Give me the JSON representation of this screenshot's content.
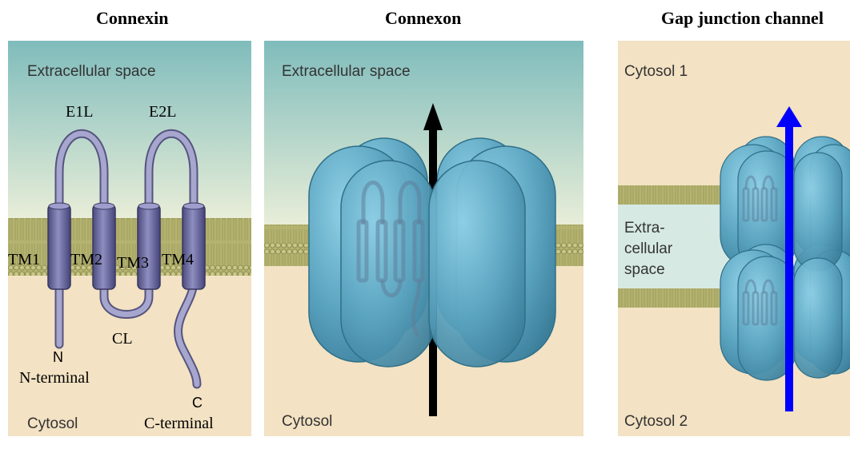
{
  "headings": {
    "connexin": "Connexin",
    "connexon": "Connexon",
    "gap_junction": "Gap junction channel"
  },
  "connexin_panel": {
    "extracellular": "Extracellular space",
    "cytosol": "Cytosol",
    "loops": {
      "e1l": "E1L",
      "e2l": "E2L",
      "cl": "CL"
    },
    "helices": [
      "TM1",
      "TM2",
      "TM3",
      "TM4"
    ],
    "n_label": "N",
    "n_terminal": "N-terminal",
    "c_label": "C",
    "c_terminal": "C-terminal"
  },
  "connexon_panel": {
    "extracellular": "Extracellular space",
    "cytosol": "Cytosol"
  },
  "gap_panel": {
    "cytosol1": "Cytosol 1",
    "cytosol2": "Cytosol 2",
    "extra_line1": "Extra-",
    "extra_line2": "cellular",
    "extra_line3": "space"
  },
  "colors": {
    "extracellular_top": "#7fbcbc",
    "extracellular_bottom": "#e6ecd6",
    "cytosol": "#f3e2c3",
    "membrane": "#b8b774",
    "membrane_dark": "#8f8e4d",
    "helix": "#6d6c9e",
    "connexon": "#5aa3bf",
    "black_arrow": "#000000",
    "blue_arrow": "#0000ff"
  }
}
